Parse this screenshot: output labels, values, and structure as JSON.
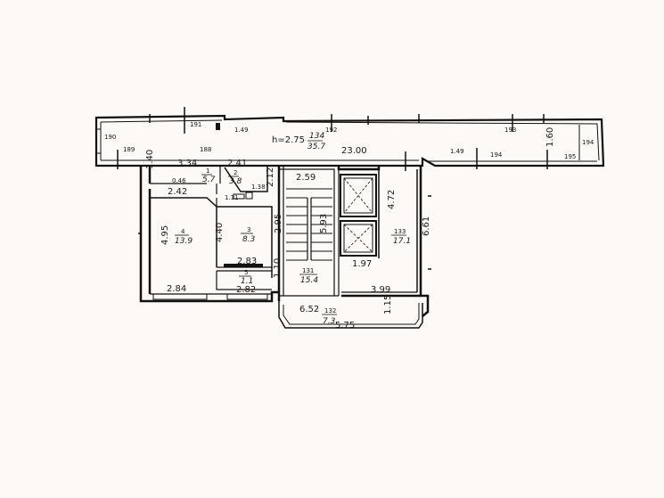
{
  "plan": {
    "ceiling_height": "h=2.75",
    "gallery": {
      "total_length": "23.00",
      "width": "1.60",
      "segment_ids": [
        "190",
        "191",
        "192",
        "193",
        "194",
        "195",
        "189",
        "188",
        "194"
      ],
      "room_no": "134",
      "room_area": "35.7",
      "door_marks": [
        "1.49",
        "1.49"
      ]
    },
    "rooms": [
      {
        "no": "1",
        "area": "5.7"
      },
      {
        "no": "2",
        "area": "3.8"
      },
      {
        "no": "3",
        "area": "8.3"
      },
      {
        "no": "4",
        "area": "13.9"
      },
      {
        "no": "5",
        "area": "1.1"
      },
      {
        "no": "131",
        "area": "15.4"
      },
      {
        "no": "132",
        "area": "7.3"
      },
      {
        "no": "133",
        "area": "17.1"
      }
    ],
    "dims": {
      "d_140": "1.40",
      "d_334": "3.34",
      "d_241": "2.41",
      "d_212": "2.12",
      "d_242": "2.42",
      "d_495": "4.95",
      "d_440": "4.40",
      "d_295": "2.95",
      "d_283": "2.83",
      "d_110": "1.10",
      "d_284": "2.84",
      "d_282": "2.82",
      "d_259": "2.59",
      "d_593": "5.93",
      "d_472": "4.72",
      "d_661": "6.61",
      "d_197": "1.97",
      "d_399": "3.99",
      "d_652": "6.52",
      "d_115": "1.15",
      "d_575": "5.75"
    },
    "small_marks": [
      "0.46",
      "1.11",
      "1.38"
    ]
  }
}
